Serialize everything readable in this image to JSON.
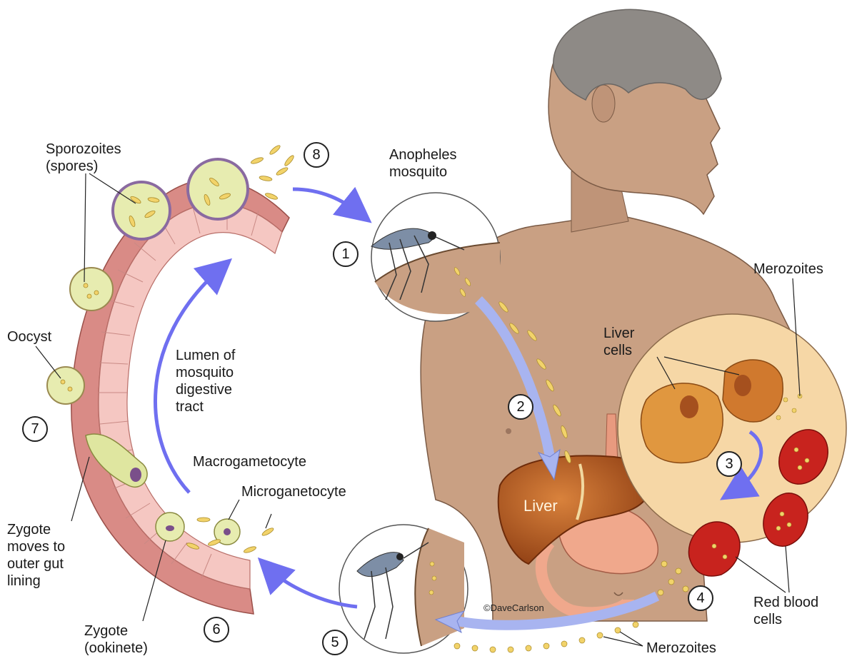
{
  "labels": {
    "sporozoites": "Sporozoites\n(spores)",
    "anopheles": "Anopheles\nmosquito",
    "merozoites_top": "Merozoites",
    "oocyst": "Oocyst",
    "lumen": "Lumen of\nmosquito\ndigestive\ntract",
    "liver_cells": "Liver\ncells",
    "macrogametocyte": "Macrogametocyte",
    "microganetocyte": "Microganetocyte",
    "zygote_moves": "Zygote\nmoves to\nouter gut\nlining",
    "liver": "Liver",
    "red_blood_cells": "Red blood\ncells",
    "zygote_ookinete": "Zygote\n(ookinete)",
    "merozoites_bottom": "Merozoites",
    "credit": "©DaveCarlson"
  },
  "steps": [
    "1",
    "2",
    "3",
    "4",
    "5",
    "6",
    "7",
    "8"
  ],
  "colors": {
    "skin": "#c9a083",
    "hair": "#8e8a86",
    "liver": "#b5561e",
    "gut_muscle": "#d98b86",
    "gut_cells": "#f5c7c2",
    "cyst": "#e7ecb0",
    "red_cell": "#c8231e",
    "arrow_blue": "#6f6ff0",
    "zoom_circle": "#f6d7a6",
    "parasite": "#f2d36a"
  }
}
